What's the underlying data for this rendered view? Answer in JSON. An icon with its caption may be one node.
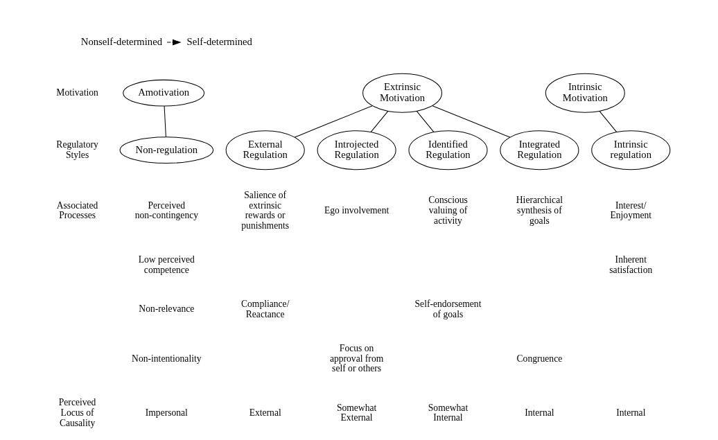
{
  "diagram": {
    "nodes": [
      {
        "text": [
          "Amotivation"
        ]
      },
      {
        "text": [
          "Extrinsic Motivation"
        ]
      },
      {
        "text": [
          "Intrinsic Motivation"
        ]
      },
      {
        "text": [
          "Non-regulation"
        ]
      },
      {
        "text": [
          "External Regulation"
        ]
      },
      {
        "text": [
          "Introjected Regulation"
        ]
      },
      {
        "text": [
          "Identified Regulation"
        ]
      },
      {
        "text": [
          "Integrated Regulation"
        ]
      },
      {
        "text": [
          "Intrinsic regulation"
        ]
      },
      {
        "text": [
          "Nonself-determined"
        ]
      },
      {
        "text": [
          "Self-determined"
        ]
      }
    ],
    "edges": [
      {
        "from": 9,
        "to": 10,
        "arrow": "to",
        "style": "dashed"
      },
      {
        "from": 0,
        "to": 3,
        "arrow": "none"
      },
      {
        "from": 1,
        "to": 4,
        "arrow": "none"
      },
      {
        "from": 1,
        "to": 5,
        "arrow": "none"
      },
      {
        "from": 1,
        "to": 6,
        "arrow": "none"
      },
      {
        "from": 1,
        "to": 7,
        "arrow": "none"
      },
      {
        "from": 2,
        "to": 8,
        "arrow": "none"
      }
    ],
    "labels": [
      "Motivation",
      "Regulatory Styles",
      "Associated Processes",
      "Perceived Locus of Causality",
      "Perceived non-contingency",
      "Low perceived competence",
      "Non-relevance",
      "Non-intentionality",
      "Salience of extrinsic rewards or punishments",
      "Compliance/ Reactance",
      "Ego involvement",
      "Focus on approval from self or others",
      "Conscious valuing of activity",
      "Self-endorsement of goals",
      "Hierarchical synthesis of goals",
      "Congruence",
      "Interest/ Enjoyment",
      "Inherent satisfaction",
      "Impersonal",
      "External",
      "Somewhat External",
      "Somewhat Internal",
      "Internal",
      "Internal"
    ]
  }
}
